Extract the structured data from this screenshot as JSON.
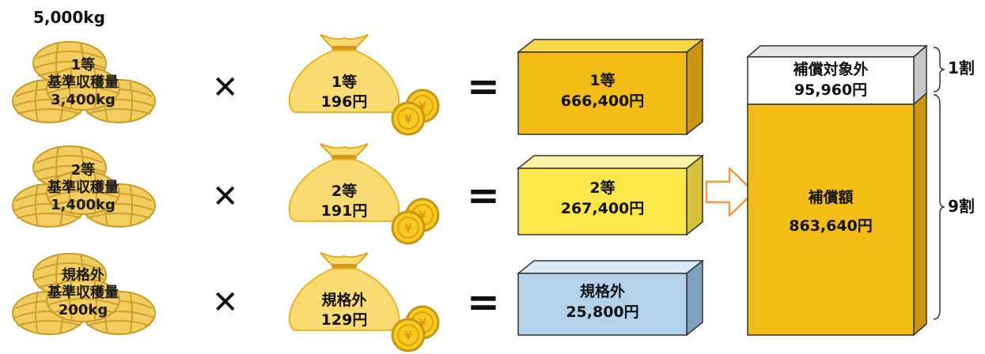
{
  "total_weight": "5,000kg",
  "rows": [
    {
      "rice_grade": "1等",
      "rice_caption": "基準収穫量",
      "rice_amount": "3,400kg",
      "bag_grade": "1等",
      "bag_price": "196円",
      "result_grade": "1等",
      "result_amount": "666,400円",
      "result_color": "#f3bd16"
    },
    {
      "rice_grade": "2等",
      "rice_caption": "基準収穫量",
      "rice_amount": "1,400kg",
      "bag_grade": "2等",
      "bag_price": "191円",
      "result_grade": "2等",
      "result_amount": "267,400円",
      "result_color": "#fde64a"
    },
    {
      "rice_grade": "規格外",
      "rice_caption": "基準収穫量",
      "rice_amount": "200kg",
      "bag_grade": "規格外",
      "bag_price": "129円",
      "result_grade": "規格外",
      "result_amount": "25,800円",
      "result_color": "#b3d2ec"
    }
  ],
  "operators": {
    "multiply": "✕",
    "equals": "="
  },
  "summary": {
    "excluded_label": "補償対象外",
    "excluded_amount": "95,960円",
    "compensation_label": "補償額",
    "compensation_amount": "863,640円",
    "excluded_share": "1割",
    "compensation_share": "9割",
    "excluded_color": "#ffffff",
    "compensation_color": "#f3bd16"
  },
  "colors": {
    "bag": "#fadb72",
    "coin": "#f6cc22",
    "arrow": "#f59a3c",
    "rice": "#f2cd60"
  }
}
